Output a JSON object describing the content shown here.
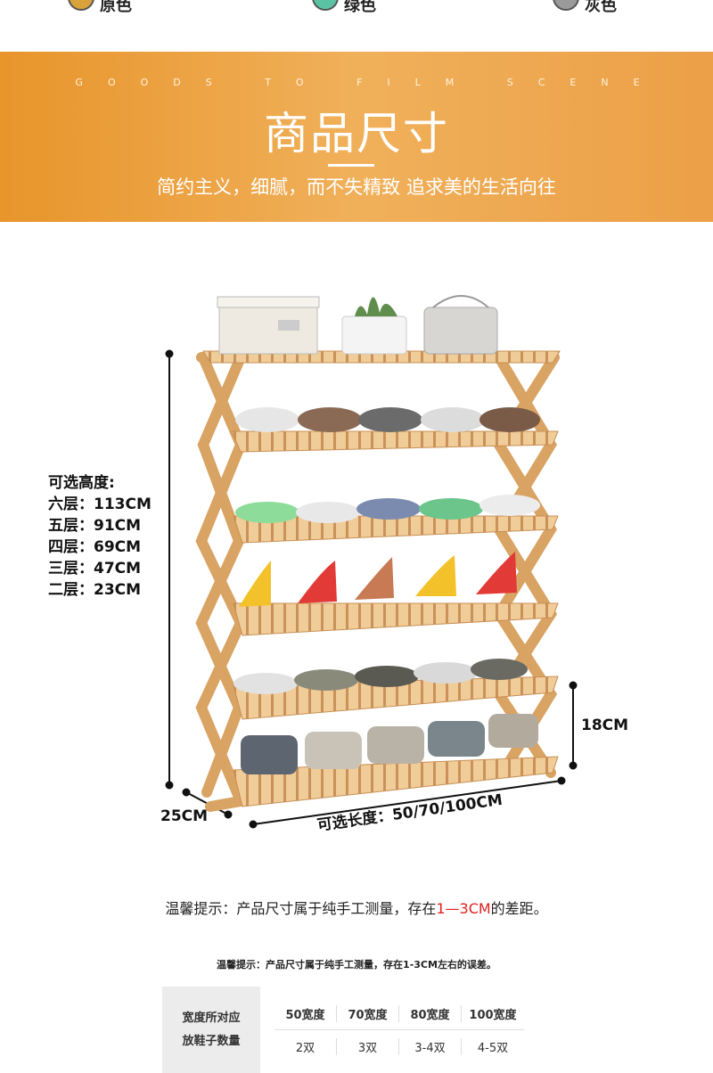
{
  "colors": {
    "banner": "#eca047",
    "accent_red": "#e02020",
    "wood": "#e2b57c"
  },
  "swatches": [
    {
      "color": "#d9a23a",
      "label": "原色"
    },
    {
      "color": "#5bc3a3",
      "label": "绿色"
    },
    {
      "color": "#9a9a9a",
      "label": "灰色"
    }
  ],
  "banner": {
    "en": "GOODS TO FILM SCENE",
    "title": "商品尺寸",
    "subtitle": "简约主义，细腻，而不失精致 追求美的生活向往"
  },
  "heights": {
    "title": "可选高度:",
    "items": [
      "六层：113CM",
      "五层：91CM",
      "四层：69CM",
      "三层：47CM",
      "二层：23CM"
    ]
  },
  "dims": {
    "depth": "25CM",
    "tier": "18CM",
    "length": "可选长度：50/70/100CM"
  },
  "tip1": {
    "before": "温馨提示：产品尺寸属于纯手工测量，存在",
    "red": "1—3CM",
    "after": "的差距。"
  },
  "tip2": "温馨提示：产品尺寸属于纯手工测量，存在1-3CM左右的误差。",
  "spec": {
    "head_line1": "宽度所对应",
    "head_line2": "放鞋子数量",
    "widths": [
      "50宽度",
      "70宽度",
      "80宽度",
      "100宽度"
    ],
    "pairs": [
      "2双",
      "3双",
      "3-4双",
      "4-5双"
    ]
  }
}
